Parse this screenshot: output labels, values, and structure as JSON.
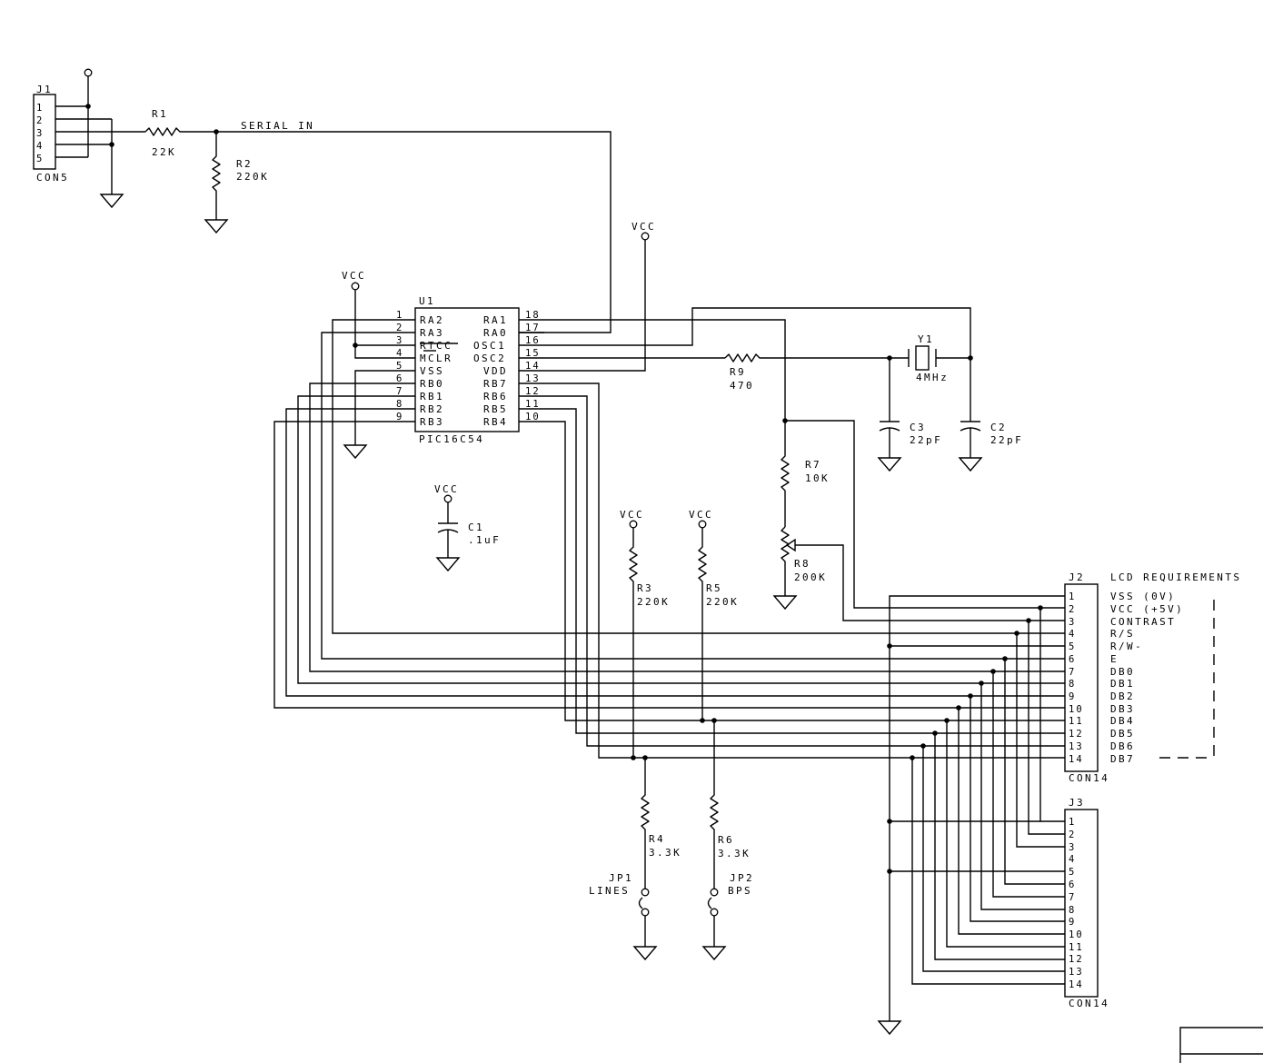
{
  "j1": {
    "ref": "J1",
    "type": "CON5",
    "pins": [
      "1",
      "2",
      "3",
      "4",
      "5"
    ]
  },
  "r1": {
    "ref": "R1",
    "value": "22K"
  },
  "r2": {
    "ref": "R2",
    "value": "220K"
  },
  "serial_in": "SERIAL IN",
  "vcc": "VCC",
  "u1": {
    "ref": "U1",
    "part": "PIC16C54",
    "left_pins": [
      {
        "num": "1",
        "name": "RA2"
      },
      {
        "num": "2",
        "name": "RA3"
      },
      {
        "num": "3",
        "name": "RTCC"
      },
      {
        "num": "4",
        "name": "MCLR"
      },
      {
        "num": "5",
        "name": "VSS"
      },
      {
        "num": "6",
        "name": "RB0"
      },
      {
        "num": "7",
        "name": "RB1"
      },
      {
        "num": "8",
        "name": "RB2"
      },
      {
        "num": "9",
        "name": "RB3"
      }
    ],
    "right_pins": [
      {
        "num": "18",
        "name": "RA1"
      },
      {
        "num": "17",
        "name": "RA0"
      },
      {
        "num": "16",
        "name": "OSC1"
      },
      {
        "num": "15",
        "name": "OSC2"
      },
      {
        "num": "14",
        "name": "VDD"
      },
      {
        "num": "13",
        "name": "RB7"
      },
      {
        "num": "12",
        "name": "RB6"
      },
      {
        "num": "11",
        "name": "RB5"
      },
      {
        "num": "10",
        "name": "RB4"
      }
    ]
  },
  "c1": {
    "ref": "C1",
    "value": ".1uF"
  },
  "r9": {
    "ref": "R9",
    "value": "470"
  },
  "y1": {
    "ref": "Y1",
    "value": "4MHz"
  },
  "c3": {
    "ref": "C3",
    "value": "22pF"
  },
  "c2": {
    "ref": "C2",
    "value": "22pF"
  },
  "r7": {
    "ref": "R7",
    "value": "10K"
  },
  "r8": {
    "ref": "R8",
    "value": "200K"
  },
  "r3": {
    "ref": "R3",
    "value": "220K"
  },
  "r5": {
    "ref": "R5",
    "value": "220K"
  },
  "r4": {
    "ref": "R4",
    "value": "3.3K"
  },
  "r6": {
    "ref": "R6",
    "value": "3.3K"
  },
  "jp1": {
    "ref": "JP1",
    "label": "LINES"
  },
  "jp2": {
    "ref": "JP2",
    "label": "BPS"
  },
  "j2": {
    "ref": "J2",
    "type": "CON14",
    "pins": [
      "1",
      "2",
      "3",
      "4",
      "5",
      "6",
      "7",
      "8",
      "9",
      "10",
      "11",
      "12",
      "13",
      "14"
    ]
  },
  "j3": {
    "ref": "J3",
    "type": "CON14",
    "pins": [
      "1",
      "2",
      "3",
      "4",
      "5",
      "6",
      "7",
      "8",
      "9",
      "10",
      "11",
      "12",
      "13",
      "14"
    ]
  },
  "lcd": {
    "title": "LCD REQUIREMENTS",
    "items": [
      "VSS (0V)",
      "VCC (+5V)",
      "CONTRAST",
      "R/S",
      "R/W-",
      "E",
      "DB0",
      "DB1",
      "DB2",
      "DB3",
      "DB4",
      "DB5",
      "DB6",
      "DB7"
    ]
  }
}
